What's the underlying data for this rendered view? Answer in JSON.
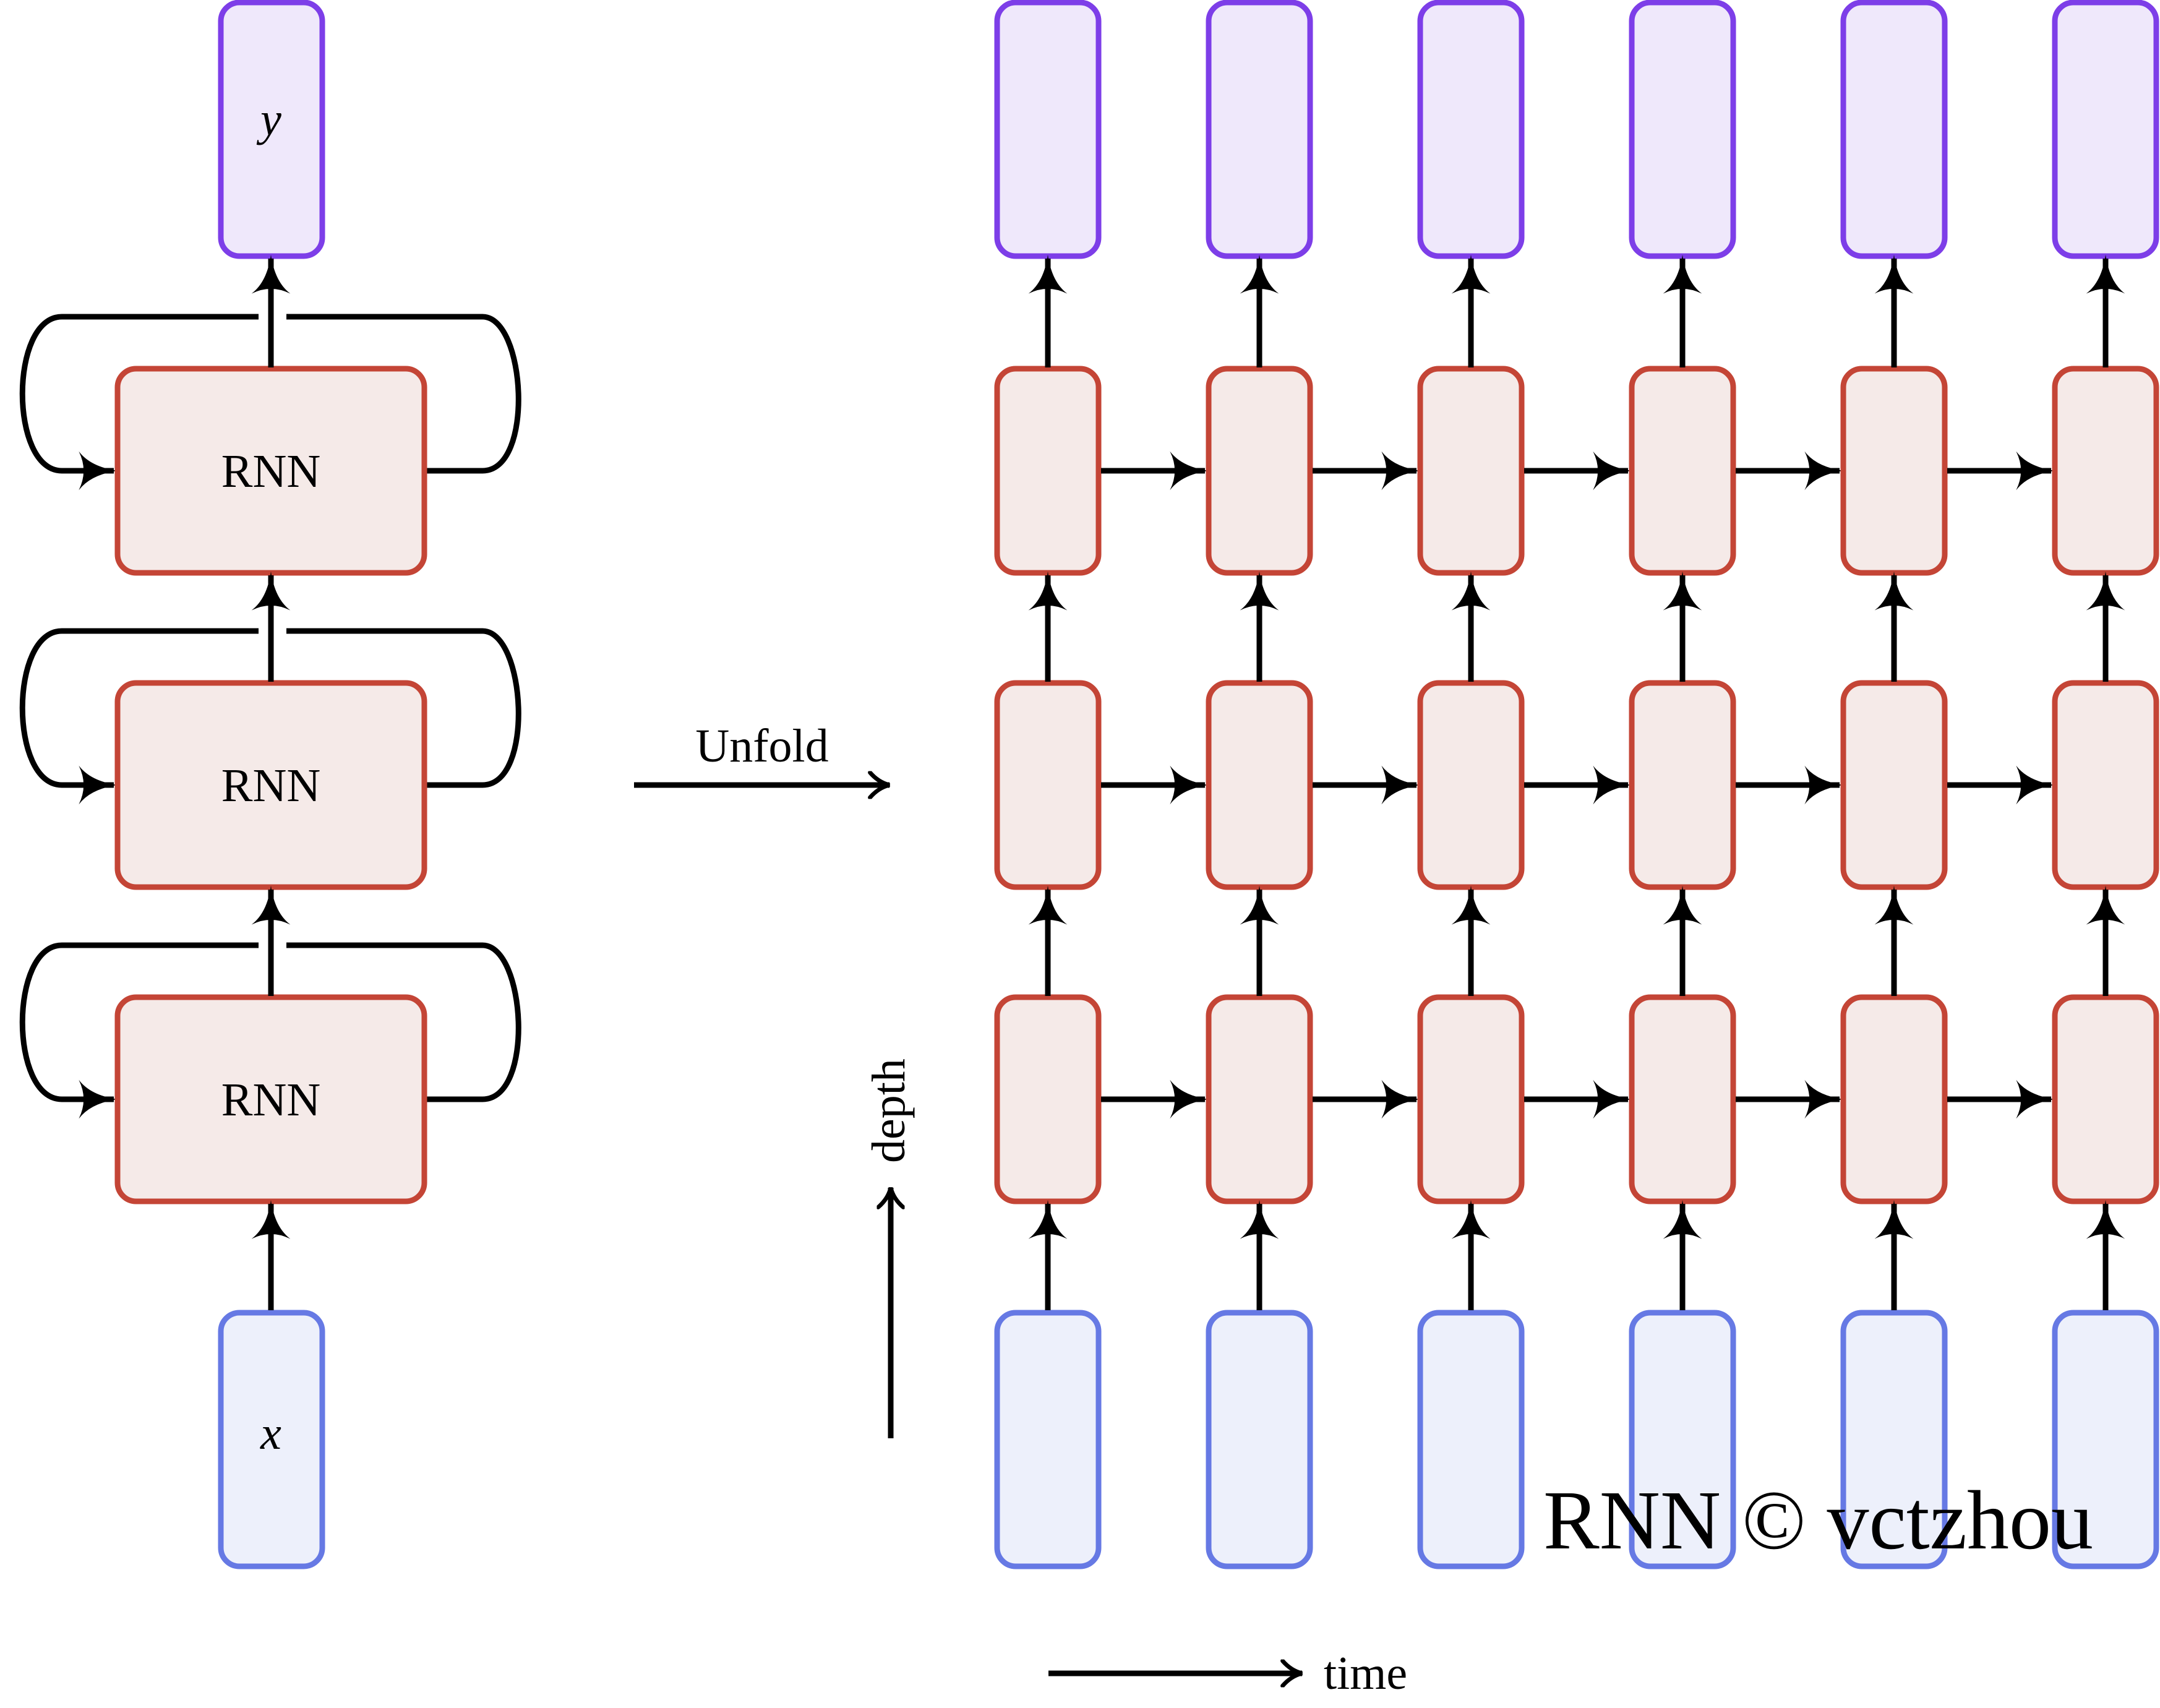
{
  "colors": {
    "rnn_stroke": "#c44536",
    "rnn_fill": "#f5eae8",
    "output_stroke": "#7d3ee8",
    "output_fill": "#efe8fb",
    "input_stroke": "#6679e4",
    "input_fill": "#edf0fb",
    "arrow": "#000000"
  },
  "folded": {
    "output_label": "y",
    "input_label": "x",
    "layers": [
      {
        "label": "RNN"
      },
      {
        "label": "RNN"
      },
      {
        "label": "RNN"
      }
    ]
  },
  "unfold_label": "Unfold",
  "unrolled": {
    "time_steps": 6,
    "layers": 3
  },
  "axes": {
    "depth_label": "depth",
    "time_label": "time"
  },
  "watermark": "RNN © vctzhou"
}
